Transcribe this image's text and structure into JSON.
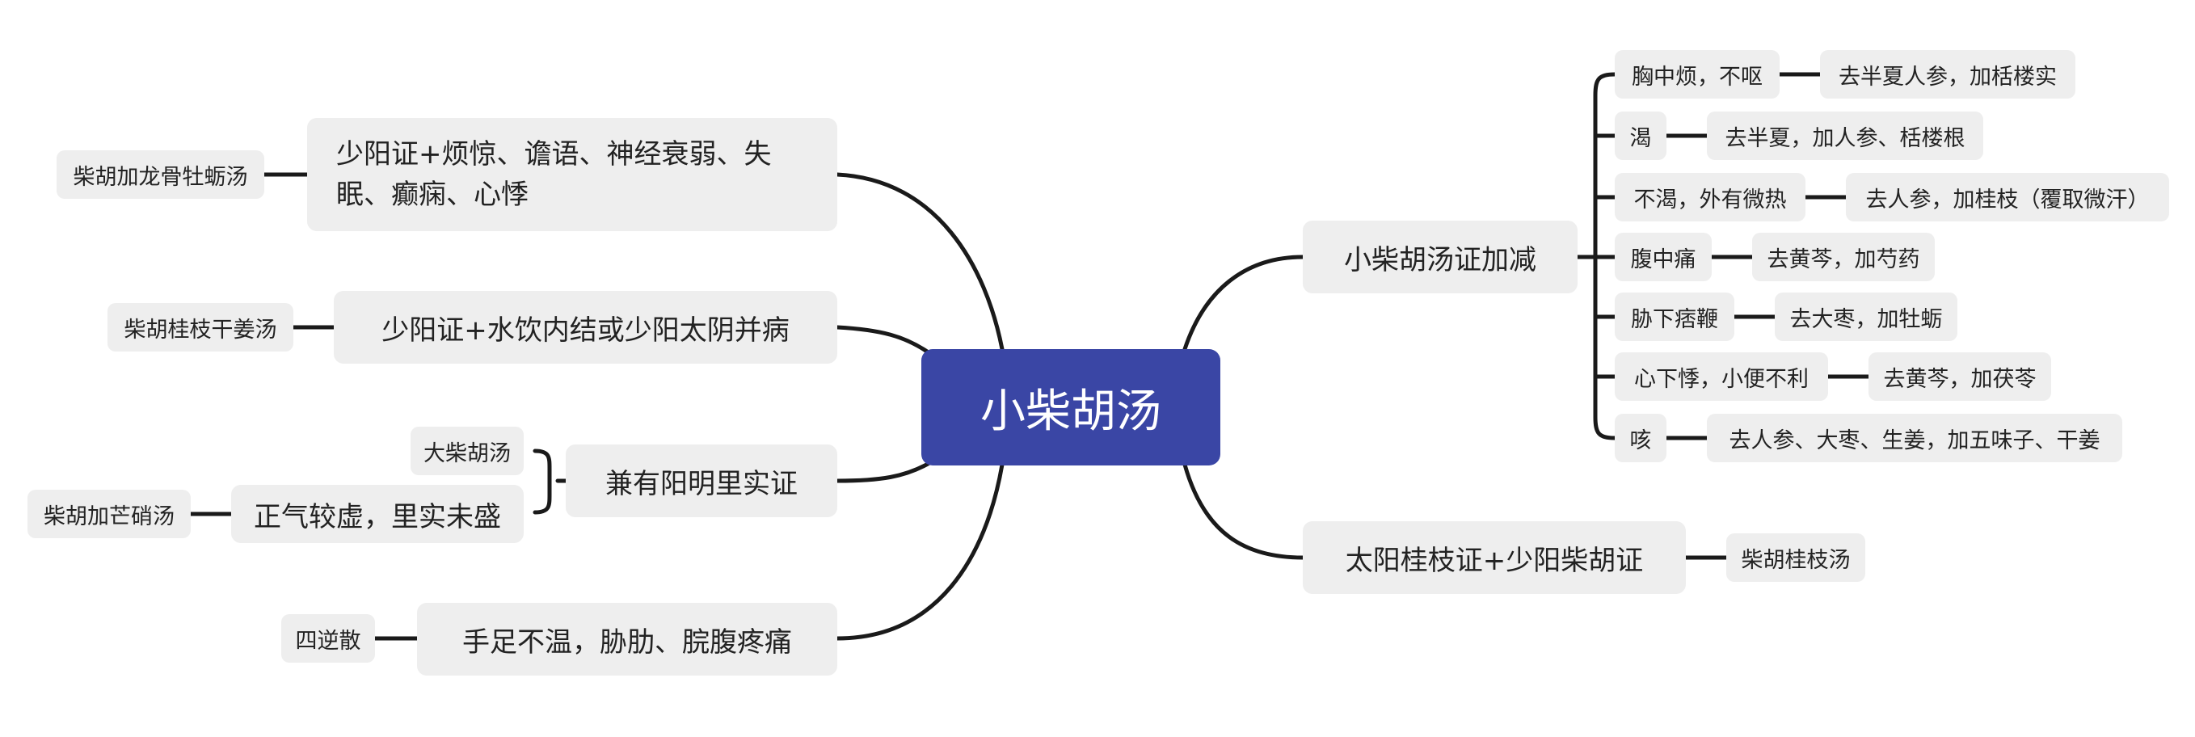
{
  "root": {
    "label": "小柴胡汤"
  },
  "left": {
    "b1": {
      "label": "少阳证+烦惊、谵语、神经衰弱、失眠、癫痫、心悸",
      "child": "柴胡加龙骨牡蛎汤"
    },
    "b2": {
      "label": "少阳证+水饮内结或少阳太阴并病",
      "child": "柴胡桂枝干姜汤"
    },
    "b3": {
      "label": "兼有阳明里实证",
      "sub1": "大柴胡汤",
      "sub2": "正气较虚，里实未盛",
      "sub2_child": "柴胡加芒硝汤"
    },
    "b4": {
      "label": "手足不温，胁肋、脘腹疼痛",
      "child": "四逆散"
    }
  },
  "right": {
    "r1": {
      "label": "小柴胡汤证加减",
      "items": [
        {
          "cond": "胸中烦，不呕",
          "rx": "去半夏人参，加栝楼实"
        },
        {
          "cond": "渴",
          "rx": "去半夏，加人参、栝楼根"
        },
        {
          "cond": "不渴，外有微热",
          "rx": "去人参，加桂枝（覆取微汗）"
        },
        {
          "cond": "腹中痛",
          "rx": "去黄芩，加芍药"
        },
        {
          "cond": "胁下痞鞭",
          "rx": "去大枣，加牡蛎"
        },
        {
          "cond": "心下悸，小便不利",
          "rx": "去黄芩，加茯苓"
        },
        {
          "cond": "咳",
          "rx": "去人参、大枣、生姜，加五味子、干姜"
        }
      ]
    },
    "r2": {
      "label": "太阳桂枝证+少阳柴胡证",
      "child": "柴胡桂枝汤"
    }
  },
  "colors": {
    "root_bg": "#3a46a5",
    "node_bg": "#eeeeee",
    "line": "#1a1a1a"
  }
}
